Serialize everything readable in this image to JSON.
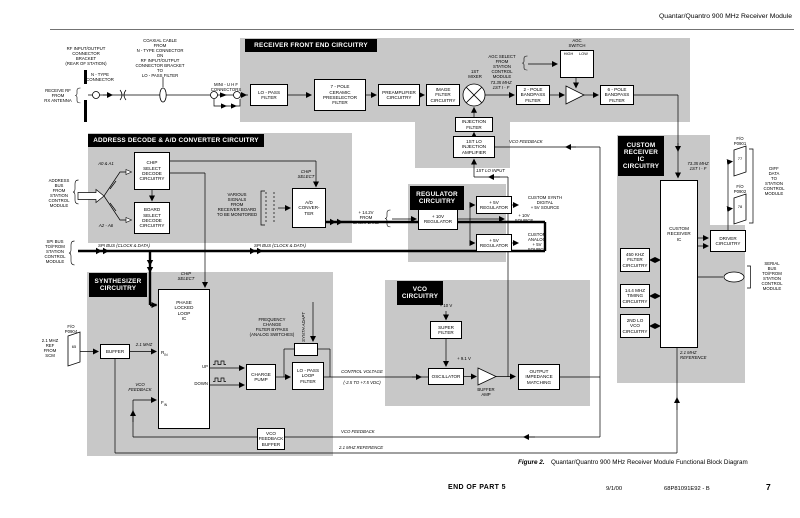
{
  "page": {
    "header": "Quantar/Quantro 900 MHz Receiver Module",
    "figure_label": "Figure 2.",
    "figure_caption": "Quantar/Quantro 900 MHz Receiver Module Functional Block Diagram",
    "end_of_part": "END OF PART 5",
    "date": "9/1/00",
    "doc_number": "68P81091E92 - B",
    "page_number": "7"
  },
  "sections": {
    "front_end": "RECEIVER FRONT END CIRCUITRY",
    "address_decode": "ADDRESS DECODE & A/D CONVERTER CIRCUITRY",
    "regulator": "REGULATOR\nCIRCUITRY",
    "synthesizer": "SYNTHESIZER\nCIRCUITRY",
    "vco": "VCO\nCIRCUITRY",
    "custom_receiver": "CUSTOM\nRECEIVER\nIC\nCIRCUITRY"
  },
  "rf_input": {
    "bracket_label": "RF INPUT/OUTPUT\nCONNECTOR\nBRACKET\n(REAR OF STATION)",
    "receive_rf": "RECEIVE RF\nFROM\nRX ANTENNA",
    "n_type": "N - TYPE\nCONNECTOR",
    "coax": "COAXIAL CABLE\nFROM\nN - TYPE CONNECTOR\nON\nRF  INPUT/OUTPUT\nCONNECTOR  BRACKET\nTO\nLO - PASS FILTER",
    "mini_uhf": "MINI - U H F\nCONNECTORS"
  },
  "front_end": {
    "lo_pass": "LO - PASS\nFILTER",
    "preselector": "7 - POLE\nCERAMIC\nPRESELECTOR\nFILTER",
    "preamp": "PREAMPLIFIER\nCIRCUITRY",
    "image_filter": "IMAGE\nFILTER\nCIRCUITRY",
    "mixer": "1ST\nMIXER",
    "first_if": "73.35 MHZ\n1ST I - F",
    "bp2": "2 - POLE\nBANDPASS\nFILTER",
    "bp6": "6 - POLE\nBANDPASS\nFILTER",
    "agc_switch": "AGC\nSWITCH",
    "agc_high": "HIGH",
    "agc_low": "LOW",
    "agc_select": "AGC SELECT\nFROM\nSTATION CONTROL\nMODULE",
    "injection_filter": "INJECTION\nFILTER",
    "injection_amp": "1ST LO\nINJECTION\nAMPLIFIER",
    "vco_feedback": "VCO FEEDBACK",
    "first_lo_input": "1ST LO INPUT"
  },
  "address_decode": {
    "address_bus": "ADDRESS\nBUS\nFROM\nSTATION\nCONTROL\nMODULE",
    "a0_a1": "A0 & A1",
    "a2_a6": "A2 - A6",
    "chip_select_decode": "CHIP\nSELECT\nDECODE\nCIRCUITRY",
    "board_select_decode": "BOARD\nSELECT\nDECODE\nCIRCUITRY",
    "various_signals": "VARIOUS\nSIGNALS\nFROM\nRECEIVER BOARD\nTO BE MONITORED",
    "ad_converter": "A/D\nCONVER-\nTER",
    "chip_select_ad": "CHIP\nSELECT",
    "chip_select_synth": "CHIP\nSELECT",
    "spi_bus": "SPI BUS\nTO/FROM\nSTATION\nCONTROL\nMODULE",
    "spi_clock_data_1": "SPI BUS (CLOCK & DATA)",
    "spi_clock_data_2": "SPI BUS (CLOCK & DATA)"
  },
  "regulator": {
    "input": "+ 14.2V\nFROM\nBACKPLANE",
    "reg_10v": "+ 10V\nREGULATOR",
    "reg_5v_top": "+ 5V\nREGULATOR",
    "reg_5v_bottom": "+ 5V\nREGULATOR",
    "out_synth": "CUSTOM SYNTH\nDIGITAL\n+ 5V SOURCE",
    "out_10v": "+ 10V\nSOURCE",
    "out_analog": "CUSTOM\nANALOG\n+ 5V\nSOURCE"
  },
  "synthesizer": {
    "fo_p0904": "F/O\nP0904",
    "p0904_pin": "65",
    "ref_from_scm": "2.1 MHZ\nREF\nFROM\nSCM",
    "buffer": "BUFFER",
    "mhz_2_1": "2.1 MHZ",
    "pll": "PHASE\nLOCKED\nLOOP\nIC",
    "r_in": "R",
    "f_in": "F",
    "in_sub": "IN",
    "up": "UP",
    "down": "DOWN",
    "charge_pump": "CHARGE\nPUMP",
    "loop_filter": "LO - PASS\nLOOP\nFILTER",
    "freq_change": "FREQUENCY\nCHANGE\nFILTER BYPASS\n(ANALOG SWITCHES)",
    "synth_adapt": "SYNTH ADAPT",
    "vco_feedback_fin": "VCO\nFEEDBACK",
    "vco_feedback_buffer": "VCO\nFEEDBACK\nBUFFER",
    "control_voltage": "CONTROL VOLTAGE",
    "control_range": "(-2.5 TO +7.5 VDC)"
  },
  "vco": {
    "v10": "+ 10 V",
    "super_filter": "SUPER\nFILTER",
    "v91": "+ 9.1 V",
    "oscillator": "OSCILLATOR",
    "buffer_amp": "BUFFER\nAMP",
    "output_matching": "OUTPUT\nIMPEDANCE\nMATCHING"
  },
  "custom_rx": {
    "first_if": "73.35 MHZ\n1ST I - F",
    "ic": "CUSTOM\nRECEIVER\nIC",
    "fo_p0901": "F/O\nP0901",
    "p0901_pin": "77",
    "fo_p0902": "F/O\nP0902",
    "p0902_pin": "78",
    "diff_data": "DIFF\nDATA\nTO\nSTATION\nCONTROL\nMODULE",
    "driver": "DRIVER\nCIRCUITRY",
    "serial_bus": "SERIAL\nBUS\nTO/FROM\nSTATION\nCONTROL\nMODULE",
    "filter_450": "450 KHZ\nFILTER\nCIRCUITRY",
    "timing_144": "14.4 MHZ\nTIMING\nCIRCUITRY",
    "lo2_vco": "2ND LO\nVCO\nCIRCUITRY",
    "ref_2_1": "2.1 MHZ\nREFERENCE"
  },
  "rails": {
    "vco_feedback": "VCO FEEDBACK",
    "ref_2_1": "2.1 MHZ REFERENCE"
  },
  "colors": {
    "region_gray": "#c8c8c8",
    "line": "#000000"
  }
}
